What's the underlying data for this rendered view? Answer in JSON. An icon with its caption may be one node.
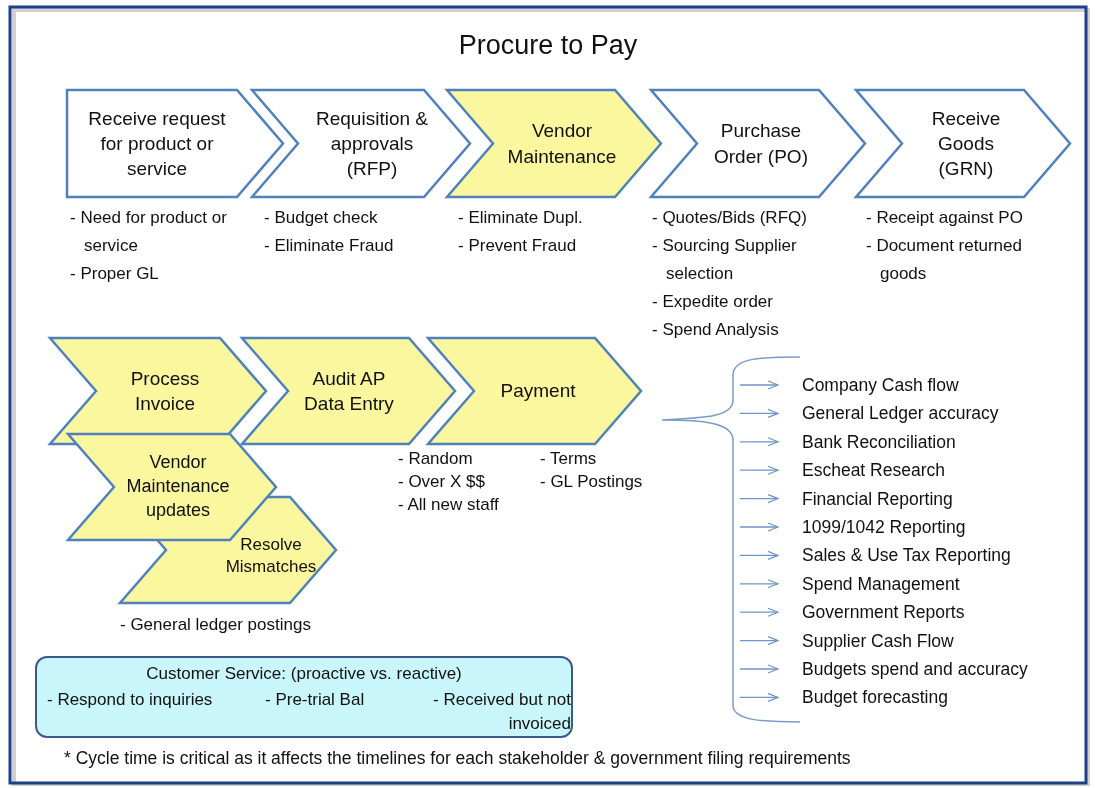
{
  "diagram": {
    "title": "Procure to Pay",
    "nodes": [
      {
        "text": [
          "Receive request for product or service"
        ],
        "beside": [
          "- Need for product or service",
          "- Proper GL"
        ]
      },
      {
        "text": [
          "Requisition & approvals (RFP)"
        ],
        "beside": [
          "- Budget check",
          "- Eliminate Fraud"
        ]
      },
      {
        "text": [
          "Vendor Maintenance"
        ],
        "beside": [
          "- Eliminate Dupl.",
          "- Prevent Fraud"
        ]
      },
      {
        "text": [
          "Purchase Order (PO)"
        ],
        "beside": [
          "- Quotes/Bids (RFQ)",
          "- Sourcing Supplier selection",
          "- Expedite order",
          "- Spend Analysis"
        ]
      },
      {
        "text": [
          "Receive Goods (GRN)"
        ],
        "beside": [
          "- Receipt against PO",
          "- Document returned goods"
        ]
      },
      {
        "text": [
          "Process Invoice"
        ]
      },
      {
        "text": [
          "Audit AP Data Entry"
        ],
        "beside": [
          "- Random",
          "- Over X $$",
          "- All new staff"
        ]
      },
      {
        "text": [
          "Payment"
        ],
        "beside": [
          "- Terms",
          "- GL Postings"
        ]
      },
      {
        "text": [
          "Vendor Maintenance updates"
        ]
      },
      {
        "text": [
          "Resolve Mismatches"
        ],
        "beside": [
          "- General ledger postings"
        ]
      },
      {
        "text": [
          "Customer Service: (proactive vs. reactive)",
          "- Respond to inquiries",
          "- Pre-trial Bal",
          "- Received but not invoiced"
        ]
      },
      {
        "text": [
          "Company Cash flow"
        ]
      },
      {
        "text": [
          "General Ledger accuracy"
        ]
      },
      {
        "text": [
          "Bank Reconciliation"
        ]
      },
      {
        "text": [
          "Escheat Research"
        ]
      },
      {
        "text": [
          "Financial Reporting"
        ]
      },
      {
        "text": [
          "1099/1042 Reporting"
        ]
      },
      {
        "text": [
          "Sales & Use Tax Reporting"
        ]
      },
      {
        "text": [
          "Spend Management"
        ]
      },
      {
        "text": [
          "Government Reports"
        ]
      },
      {
        "text": [
          "Supplier Cash Flow"
        ]
      },
      {
        "text": [
          "Budgets spend and accuracy"
        ]
      },
      {
        "text": [
          "Budget forecasting"
        ]
      }
    ],
    "edges": [
      {
        "from": null,
        "to": 11,
        "arrow": "to"
      },
      {
        "from": null,
        "to": 12,
        "arrow": "to"
      },
      {
        "from": null,
        "to": 13,
        "arrow": "to"
      },
      {
        "from": null,
        "to": 14,
        "arrow": "to"
      },
      {
        "from": null,
        "to": 15,
        "arrow": "to"
      },
      {
        "from": null,
        "to": 16,
        "arrow": "to"
      },
      {
        "from": null,
        "to": 17,
        "arrow": "to"
      },
      {
        "from": null,
        "to": 18,
        "arrow": "to"
      },
      {
        "from": null,
        "to": 19,
        "arrow": "to"
      },
      {
        "from": null,
        "to": 20,
        "arrow": "to"
      },
      {
        "from": null,
        "to": 21,
        "arrow": "to"
      },
      {
        "from": null,
        "to": 22,
        "arrow": "to"
      }
    ],
    "labels": [
      "* Cycle time is critical as it affects the timelines for each stakeholder & government filing requirements"
    ]
  }
}
